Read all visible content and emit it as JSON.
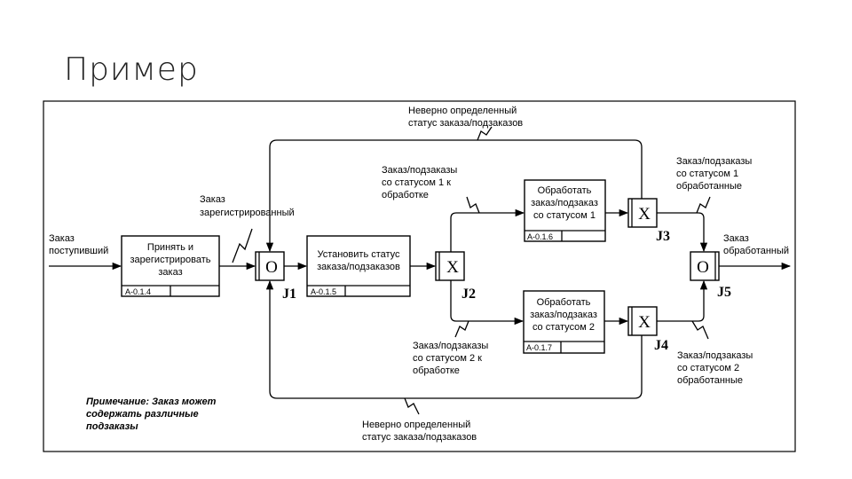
{
  "slide": {
    "title": "Пример"
  },
  "activities": [
    {
      "id": "a014",
      "lines": [
        "Принять и",
        "зарегистрировать",
        "заказ"
      ],
      "ref": "A-0.1.4"
    },
    {
      "id": "a015",
      "lines": [
        "Установить статус",
        "заказа/подзаказов"
      ],
      "ref": "A-0.1.5"
    },
    {
      "id": "a016",
      "lines": [
        "Обработать",
        "заказ/подзаказ",
        "со статусом 1"
      ],
      "ref": "A-0.1.6"
    },
    {
      "id": "a017",
      "lines": [
        "Обработать",
        "заказ/подзаказ",
        "со статусом 2"
      ],
      "ref": "A-0.1.7"
    }
  ],
  "junctions": [
    {
      "id": "j1",
      "symbol": "O",
      "name": "J1"
    },
    {
      "id": "j2",
      "symbol": "X",
      "name": "J2"
    },
    {
      "id": "j3",
      "symbol": "X",
      "name": "J3"
    },
    {
      "id": "j4",
      "symbol": "X",
      "name": "J4"
    },
    {
      "id": "j5",
      "symbol": "O",
      "name": "J5"
    }
  ],
  "arrow_labels": {
    "input": [
      "Заказ",
      "поступивший"
    ],
    "registered": [
      "Заказ",
      "зарегистрированный"
    ],
    "wrong_top": [
      "Неверно определенный",
      "статус заказа/подзаказов"
    ],
    "status1_todo": [
      "Заказ/подзаказы",
      "со статусом 1 к",
      "обработке"
    ],
    "status1_done": [
      "Заказ/подзаказы",
      "со статусом 1",
      "обработанные"
    ],
    "output": [
      "Заказ",
      "обработанный"
    ],
    "status2_todo": [
      "Заказ/подзаказы",
      "со статусом 2 к",
      "обработке"
    ],
    "status2_done": [
      "Заказ/подзаказы",
      "со статусом 2",
      "обработанные"
    ],
    "wrong_bottom": [
      "Неверно определенный",
      "статус заказа/подзаказов"
    ]
  },
  "note": [
    "Примечание: Заказ может",
    "содержать различные",
    "подзаказы"
  ]
}
